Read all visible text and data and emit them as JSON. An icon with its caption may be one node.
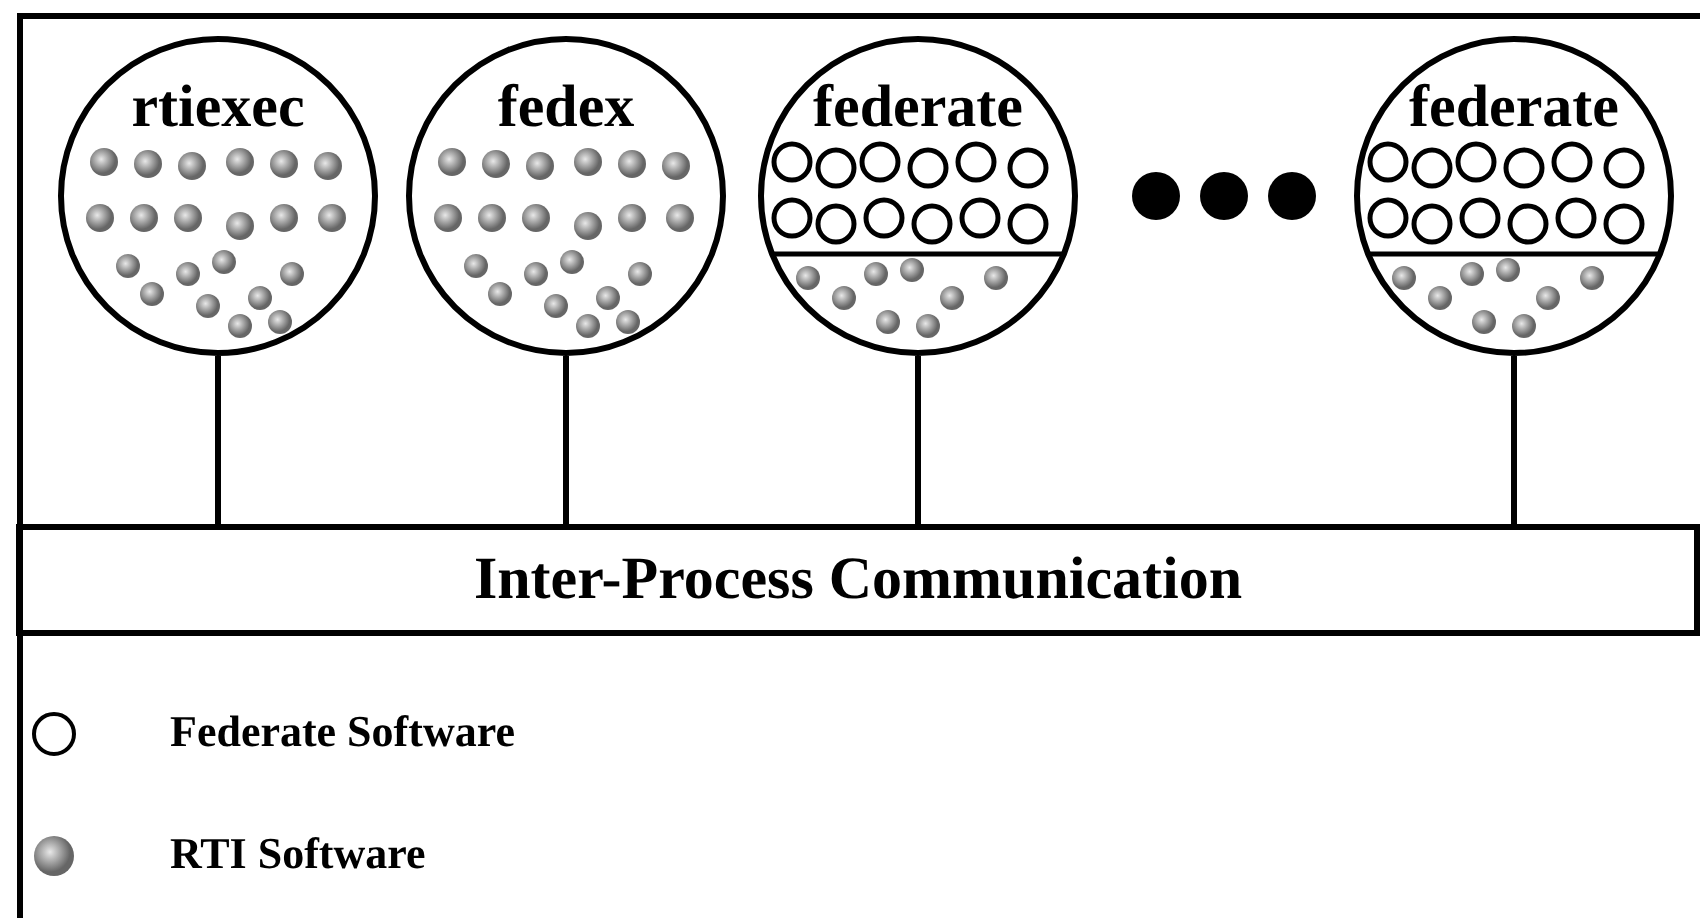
{
  "diagram": {
    "nodes": [
      {
        "text": [
          "rtiexec"
        ]
      },
      {
        "text": [
          "fedex"
        ]
      },
      {
        "text": [
          "federate"
        ]
      },
      {
        "text": [
          "federate"
        ]
      },
      {
        "text": [
          "Inter-Process Communication"
        ]
      }
    ],
    "edges": [
      {
        "from": 0,
        "to": 4,
        "arrow": "none"
      },
      {
        "from": 1,
        "to": 4,
        "arrow": "none"
      },
      {
        "from": 2,
        "to": 4,
        "arrow": "none"
      },
      {
        "from": 3,
        "to": 4,
        "arrow": "none"
      }
    ],
    "legend": [
      {
        "text": "Federate Software"
      },
      {
        "text": "RTI Software"
      }
    ]
  }
}
